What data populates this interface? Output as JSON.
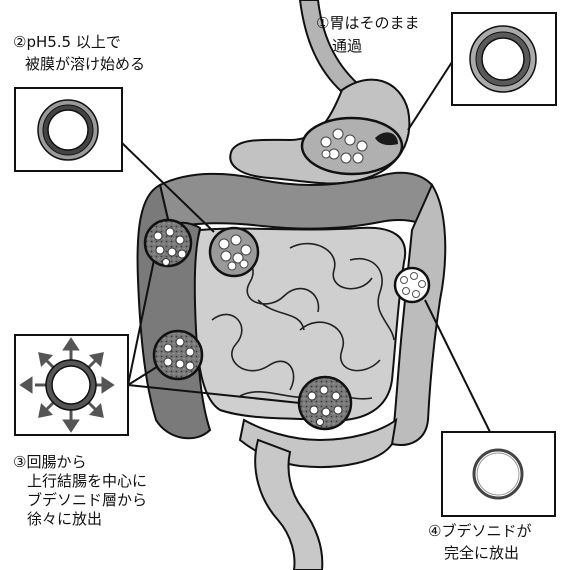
{
  "labels": {
    "stage1": {
      "line1": "①胃はそのまま",
      "line2": "通過"
    },
    "stage2": {
      "line1": "②pH5.5 以上で",
      "line2": "被膜が溶け始める"
    },
    "stage3": {
      "line1": "③回腸から",
      "line2": "上行結腸を中心に",
      "line3": "ブデソニド層から",
      "line4": "徐々に放出"
    },
    "stage4": {
      "line1": "④ブデソニドが",
      "line2": "完全に放出"
    }
  },
  "colors": {
    "organ_dark": "#6e6e6e",
    "organ_mid": "#8c8c8c",
    "organ_light": "#b4b4b4",
    "organ_pale": "#cfcfcf",
    "outline": "#111111",
    "coating": "#8a8a8a",
    "drug_layer": "#5a5a5a"
  },
  "icons": {
    "stage1_inset": "intact-coated-capsule-icon",
    "stage2_inset": "thinning-coating-capsule-icon",
    "stage3_inset": "releasing-capsule-arrows-icon",
    "stage4_inset": "empty-capsule-icon"
  }
}
